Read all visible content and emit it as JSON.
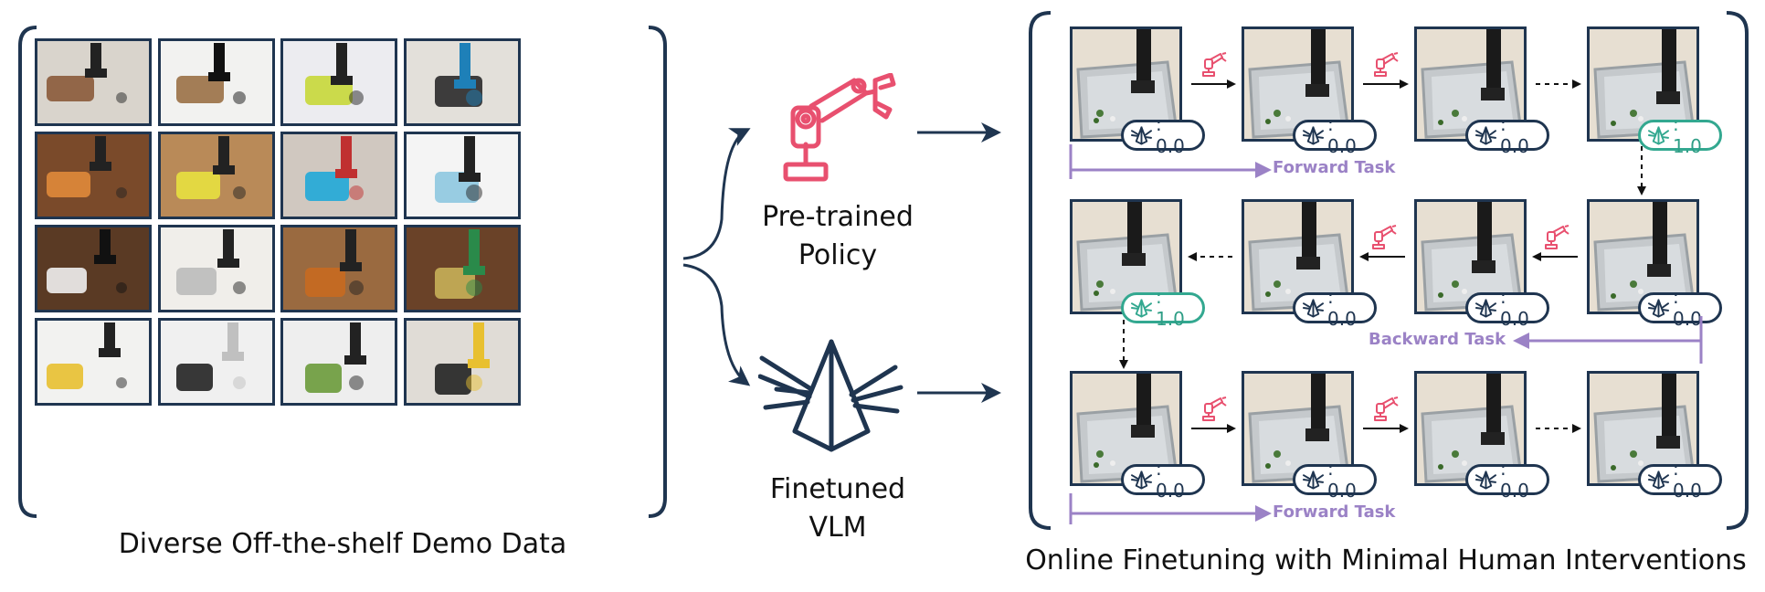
{
  "colors": {
    "navy": "#1f3550",
    "pink": "#e8506f",
    "purple": "#9b82c6",
    "teal": "#33a890"
  },
  "left_panel": {
    "caption": "Diverse Off-the-shelf Demo Data",
    "grid_rows": 4,
    "grid_cols": 4
  },
  "middle": {
    "policy_label_line1": "Pre-trained",
    "policy_label_line2": "Policy",
    "policy_icon": "robot-arm-icon",
    "vlm_label_line1": "Finetuned",
    "vlm_label_line2": "VLM",
    "vlm_icon": "prism-icon"
  },
  "right_panel": {
    "caption": "Online Finetuning with Minimal Human Interventions",
    "forward_task_label": "Forward Task",
    "backward_task_label": "Backward Task",
    "rows": [
      {
        "scores": [
          ": 0.0",
          ": 0.0",
          ": 0.0",
          ": 1.0"
        ],
        "success": [
          false,
          false,
          false,
          true
        ]
      },
      {
        "scores": [
          ": 1.0",
          ": 0.0",
          ": 0.0",
          ": 0.0"
        ],
        "success": [
          true,
          false,
          false,
          false
        ]
      },
      {
        "scores": [
          ": 0.0",
          ": 0.0",
          ": 0.0",
          ": 0.0"
        ],
        "success": [
          false,
          false,
          false,
          false
        ]
      }
    ]
  }
}
